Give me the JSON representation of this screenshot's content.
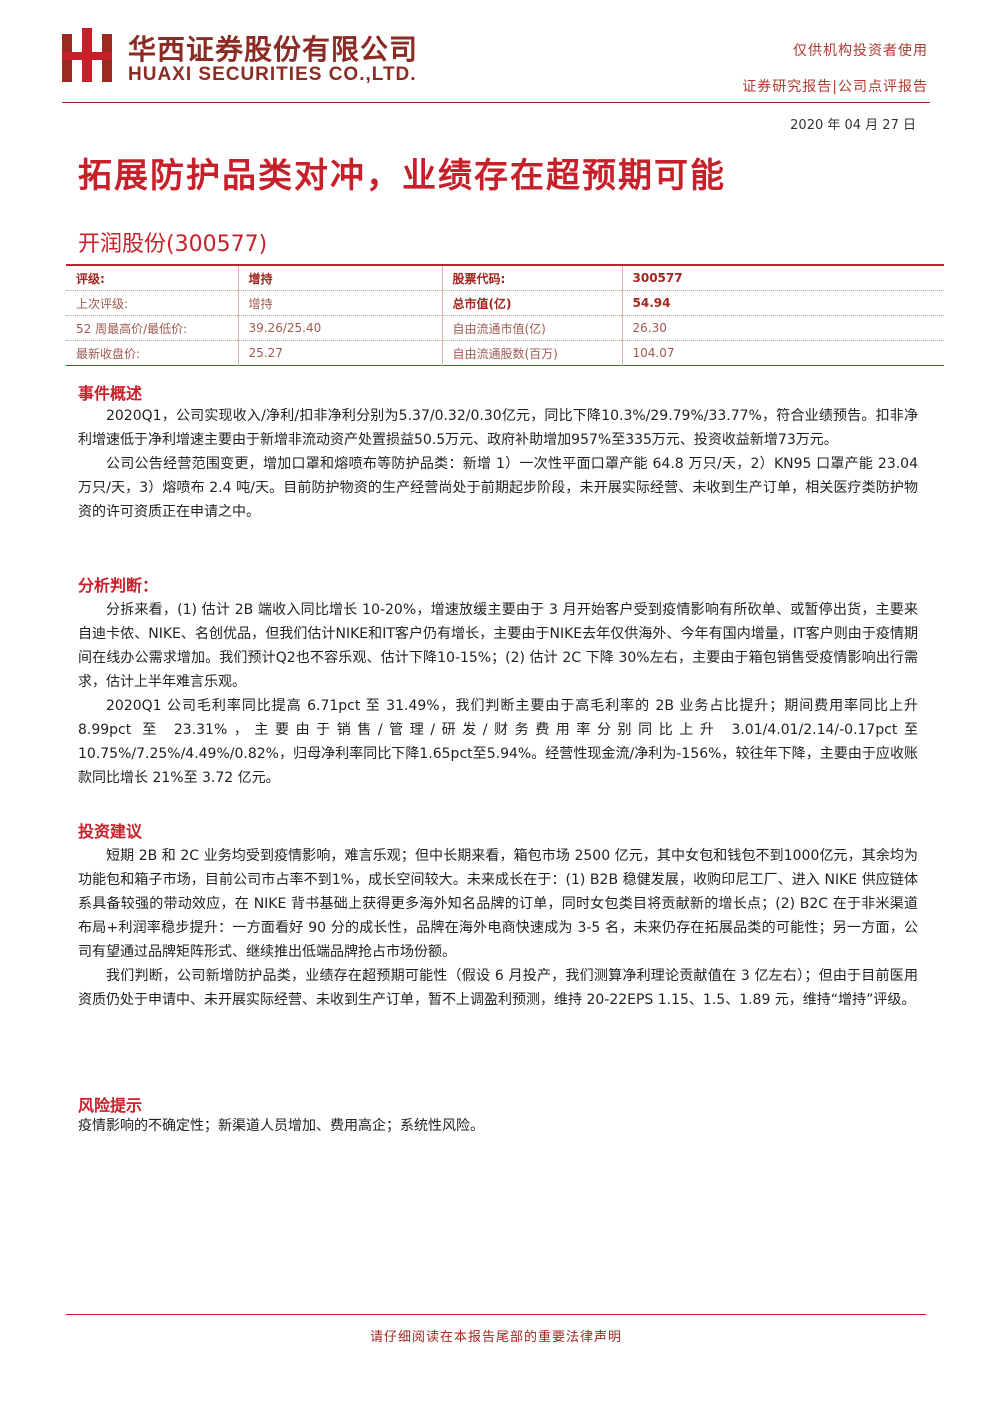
{
  "header": {
    "brand_cn": "华西证券股份有限公司",
    "brand_en": "HUAXI SECURITIES CO.,LTD.",
    "audience": "仅供机构投资者使用",
    "report_type": "证券研究报告|公司点评报告",
    "date": "2020 年 04 月 27 日"
  },
  "title": "拓展防护品类对冲，业绩存在超预期可能",
  "stock_name": "开润股份(300577)",
  "info_table": {
    "rows": [
      [
        "评级:",
        "增持",
        "股票代码:",
        "300577"
      ],
      [
        "上次评级:",
        "增持",
        "总市值(亿)",
        "54.94"
      ],
      [
        "52 周最高价/最低价:",
        "39.26/25.40",
        "自由流通市值(亿)",
        "26.30"
      ],
      [
        "最新收盘价:",
        "25.27",
        "自由流通股数(百万)",
        "104.07"
      ]
    ]
  },
  "sections": {
    "event": {
      "heading": "事件概述",
      "p1": "2020Q1，公司实现收入/净利/扣非净利分别为5.37/0.32/0.30亿元，同比下降10.3%/29.79%/33.77%，符合业绩预告。扣非净利增速低于净利增速主要由于新增非流动资产处置损益50.5万元、政府补助增加957%至335万元、投资收益新增73万元。",
      "p2": "公司公告经营范围变更，增加口罩和熔喷布等防护品类：新增 1）一次性平面口罩产能 64.8 万只/天，2）KN95 口罩产能 23.04 万只/天，3）熔喷布 2.4 吨/天。目前防护物资的生产经营尚处于前期起步阶段，未开展实际经营、未收到生产订单，相关医疗类防护物资的许可资质正在申请之中。"
    },
    "analysis": {
      "heading": "分析判断：",
      "p1": "分拆来看，(1) 估计 2B 端收入同比增长 10-20%，增速放缓主要由于 3 月开始客户受到疫情影响有所砍单、或暂停出货，主要来自迪卡侬、NIKE、名创优品，但我们估计NIKE和IT客户仍有增长，主要由于NIKE去年仅供海外、今年有国内增量，IT客户则由于疫情期间在线办公需求增加。我们预计Q2也不容乐观、估计下降10-15%；(2) 估计 2C 下降 30%左右，主要由于箱包销售受疫情影响出行需求，估计上半年难言乐观。",
      "p2": "2020Q1 公司毛利率同比提高 6.71pct 至 31.49%，我们判断主要由于高毛利率的 2B 业务占比提升；期间费用率同比上升 8.99pct 至 23.31%，主要由于销售/管理/研发/财务费用率分别同比上升 3.01/4.01/2.14/-0.17pct至10.75%/7.25%/4.49%/0.82%，归母净利率同比下降1.65pct至5.94%。经营性现金流/净利为-156%，较往年下降，主要由于应收账款同比增长 21%至 3.72 亿元。"
    },
    "advice": {
      "heading": "投资建议",
      "p1": "短期 2B 和 2C 业务均受到疫情影响，难言乐观；但中长期来看，箱包市场 2500 亿元，其中女包和钱包不到1000亿元，其余均为功能包和箱子市场，目前公司市占率不到1%，成长空间较大。未来成长在于：(1) B2B 稳健发展，收购印尼工厂、进入 NIKE 供应链体系具备较强的带动效应，在 NIKE 背书基础上获得更多海外知名品牌的订单，同时女包类目将贡献新的增长点；(2) B2C 在于非米渠道布局+利润率稳步提升：一方面看好 90 分的成长性，品牌在海外电商快速成为 3-5 名，未来仍存在拓展品类的可能性；另一方面，公司有望通过品牌矩阵形式、继续推出低端品牌抢占市场份额。",
      "p2": "我们判断，公司新增防护品类，业绩存在超预期可能性（假设 6 月投产，我们测算净利理论贡献值在 3 亿左右）；但由于目前医用资质仍处于申请中、未开展实际经营、未收到生产订单，暂不上调盈利预测，维持 20-22EPS 1.15、1.5、1.89 元，维持“增持”评级。"
    },
    "risk": {
      "heading": "风险提示",
      "p1": "疫情影响的不确定性；新渠道人员增加、费用高企；系统性风险。"
    }
  },
  "footer": "请仔细阅读在本报告尾部的重要法律声明",
  "colors": {
    "brand_red": "#c8202a",
    "dark_red": "#8a2b24"
  }
}
